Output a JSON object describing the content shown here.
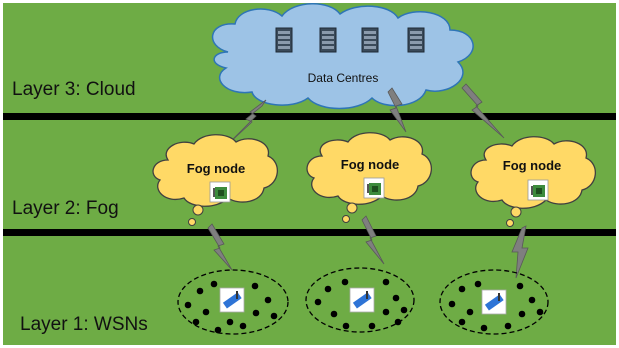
{
  "layers": [
    {
      "label": "Layer 3: Cloud"
    },
    {
      "label": "Layer 2: Fog"
    },
    {
      "label": "Layer 1: WSNs"
    }
  ],
  "cloud": {
    "label": "Data Centres",
    "server_count": 4
  },
  "fog_nodes": [
    {
      "label": "Fog node"
    },
    {
      "label": "Fog node"
    },
    {
      "label": "Fog node"
    }
  ],
  "wsn_clusters": 3,
  "colors": {
    "background": "#6eac45",
    "divider": "#000000",
    "cloud_fill": "#9dc3e6",
    "cloud_stroke": "#2e75b6",
    "fog_fill": "#ffd966",
    "fog_stroke": "#404040",
    "link": "#7f7f7f",
    "sensor": "#000000"
  }
}
